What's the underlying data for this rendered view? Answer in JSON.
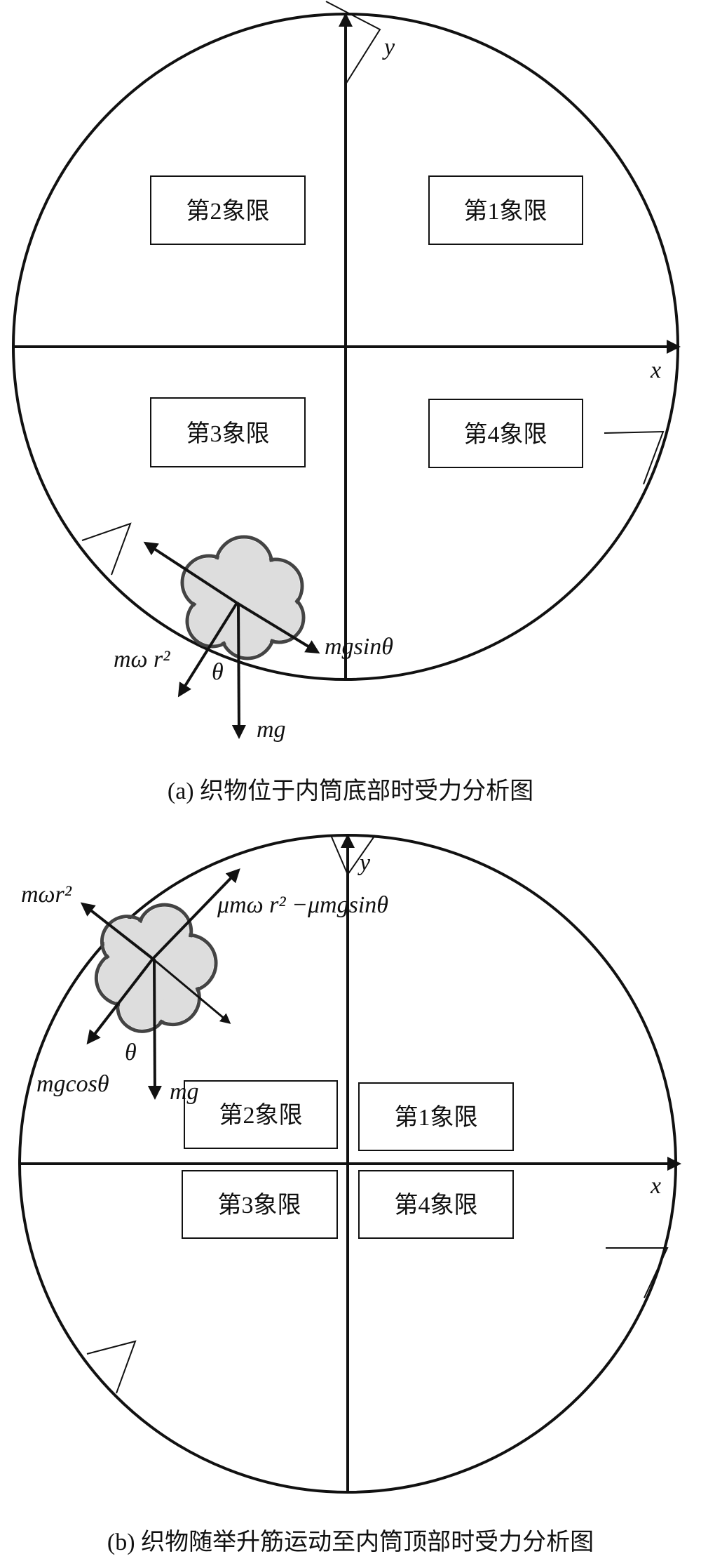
{
  "diagram_a": {
    "quadrants": [
      "第1象限",
      "第2象限",
      "第3象限",
      "第4象限"
    ],
    "axis_x": "x",
    "axis_y": "y",
    "forces": {
      "centrifugal": "mω r²",
      "tangential": "mgsinθ",
      "gravity": "mg",
      "angle": "θ"
    },
    "caption": "(a) 织物位于内筒底部时受力分析图"
  },
  "diagram_b": {
    "quadrants": [
      "第1象限",
      "第2象限",
      "第3象限",
      "第4象限"
    ],
    "axis_x": "x",
    "axis_y": "y",
    "forces": {
      "centrifugal": "mωr²",
      "friction": "μmω r² −μmgsinθ",
      "normal_component": "mgcosθ",
      "gravity": "mg",
      "angle": "θ"
    },
    "caption": "(b) 织物随举升筋运动至内筒顶部时受力分析图"
  }
}
